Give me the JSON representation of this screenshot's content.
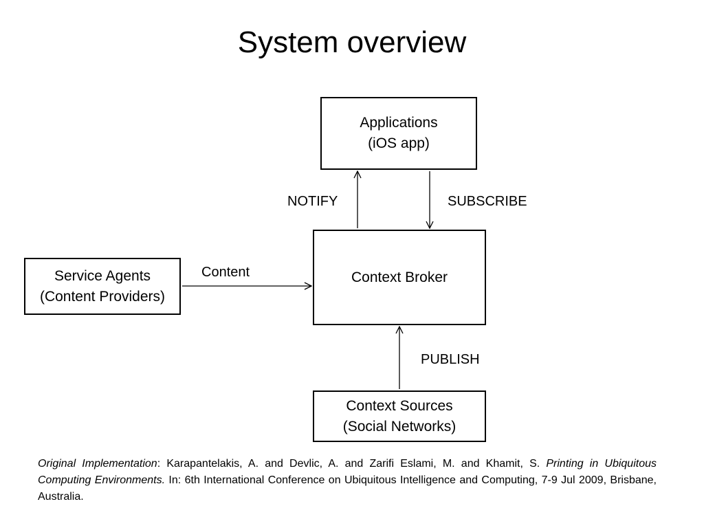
{
  "title": "System overview",
  "boxes": {
    "applications": {
      "line1": "Applications",
      "line2": "(iOS app)"
    },
    "context_broker": {
      "line1": "Context Broker"
    },
    "service_agents": {
      "line1": "Service Agents",
      "line2": "(Content Providers)"
    },
    "context_sources": {
      "line1": "Context Sources",
      "line2": "(Social Networks)"
    }
  },
  "edges": {
    "notify": "NOTIFY",
    "subscribe": "SUBSCRIBE",
    "content": "Content",
    "publish": "PUBLISH"
  },
  "citation": {
    "label": "Original Implementation",
    "sep": ": ",
    "authors": "Karapantelakis, A. and Devlic, A. and Zarifi Eslami, M. and Khamit, S. ",
    "paper_title": "Printing in Ubiquitous Computing Environments.",
    "venue": " In: 6th International Conference on Ubiquitous Intelligence and Computing, 7-9 Jul 2009, Brisbane, Australia."
  }
}
